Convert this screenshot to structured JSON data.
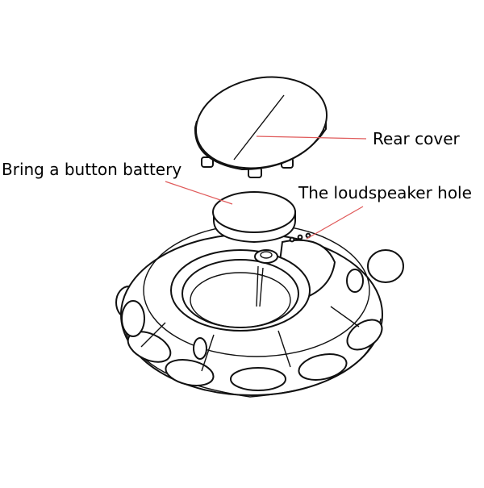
{
  "labels": {
    "rear_cover": "Rear cover",
    "battery": "Bring a button battery",
    "speaker_hole": "The loudspeaker hole"
  },
  "colors": {
    "leader_line": "#e05a5a",
    "ink": "#111111",
    "background": "#ffffff"
  }
}
